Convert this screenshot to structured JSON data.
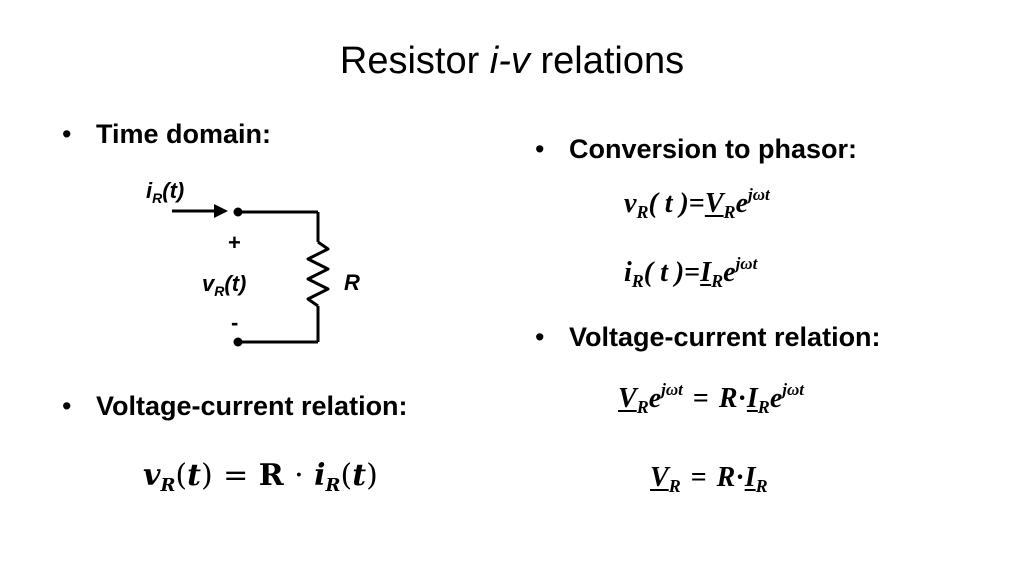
{
  "title": {
    "prefix": "Resistor ",
    "italic": "i-v",
    "suffix": " relations"
  },
  "bullets": {
    "time_domain": "Time domain:",
    "voltage_current_left": "Voltage-current relation:",
    "conversion": "Conversion to phasor:",
    "voltage_current_right": "Voltage-current relation:"
  },
  "bullet_char": "•",
  "circuit": {
    "current_label": "i",
    "current_sub": "R",
    "current_arg": "(t)",
    "plus": "+",
    "minus": "-",
    "voltage_label": "v",
    "voltage_sub": "R",
    "voltage_arg": "(t)",
    "resistor_label": "R"
  },
  "equations": {
    "time_vr": "v",
    "time_sub": "R",
    "time_t": "t",
    "time_eq": "=",
    "time_R": "R",
    "time_dot": "·",
    "time_i": "i",
    "phasor_v_lhs": "v",
    "phasor_i_lhs": "i",
    "sub_R": "R",
    "paren_t": "( t )",
    "eq": "=",
    "V": "V",
    "I": "I",
    "e": "e",
    "exp": "jωt",
    "R": "R",
    "dot": "·"
  }
}
